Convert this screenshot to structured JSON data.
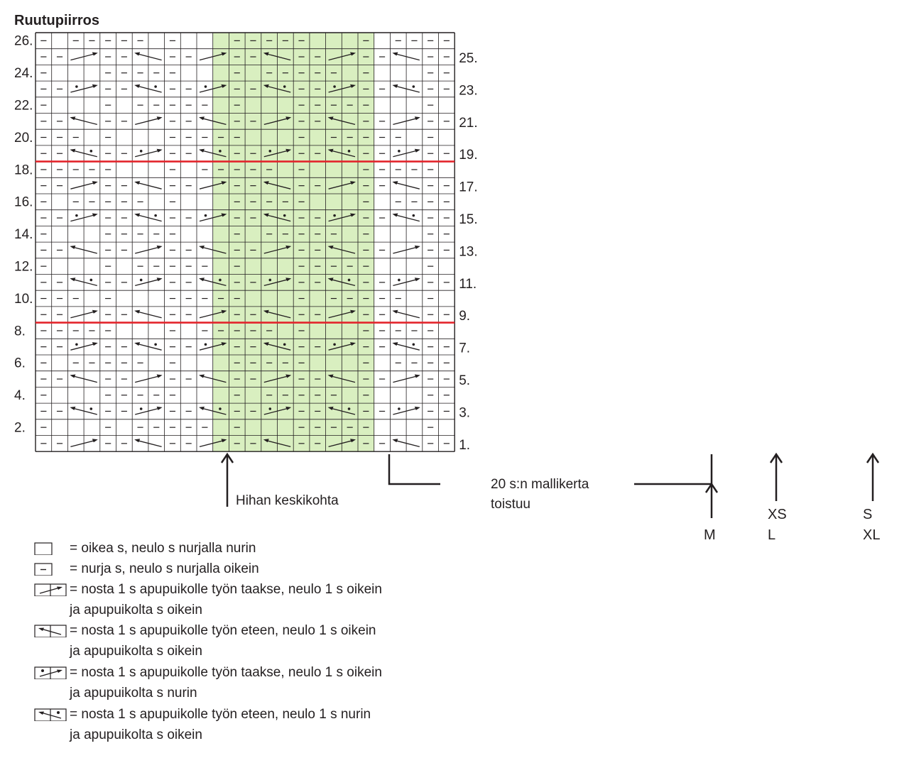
{
  "title": "Ruutupiirros",
  "grid": {
    "columns": 26,
    "rows": 26,
    "pattern_repeat_shading": "#d9efc0",
    "red_line_color": "#e3242b",
    "red_lines_after_row": [
      8,
      18
    ],
    "row_labels_left": [
      "2.",
      "4.",
      "6.",
      "8.",
      "10.",
      "12.",
      "14.",
      "16.",
      "18.",
      "20.",
      "22.",
      "24.",
      "26."
    ],
    "row_labels_right": [
      "1.",
      "3.",
      "5.",
      "7.",
      "9.",
      "11.",
      "13.",
      "15.",
      "17.",
      "19.",
      "21.",
      "23.",
      "25."
    ]
  },
  "annotations": {
    "sleeve_center": "Hihan keskikohta",
    "repeat_line1": "20 s:n mallikerta",
    "repeat_line2": "toistuu",
    "size_m": "M",
    "size_xs": "XS",
    "size_l": "L",
    "size_s": "S",
    "size_xl": "XL"
  },
  "legend": [
    {
      "icon": "empty-square-icon",
      "text": "= oikea s, neulo s nurjalla nurin",
      "text2": ""
    },
    {
      "icon": "dash-square-icon",
      "text": "= nurja s, neulo s nurjalla oikein",
      "text2": ""
    },
    {
      "icon": "cross-right-icon",
      "text": "= nosta 1 s apupuikolle työn taakse, neulo 1 s oikein",
      "text2": "ja apupuikolta s oikein"
    },
    {
      "icon": "cross-left-icon",
      "text": "= nosta 1 s apupuikolle työn eteen, neulo 1 s oikein",
      "text2": "ja apupuikolta s oikein"
    },
    {
      "icon": "purl-cross-right-icon",
      "text": "= nosta 1 s apupuikolle työn taakse, neulo 1 s oikein",
      "text2": "ja apupuikolta s nurin"
    },
    {
      "icon": "purl-cross-left-icon",
      "text": "= nosta 1 s apupuikolle työn eteen, neulo 1 s nurin",
      "text2": "ja apupuikolta s oikein"
    }
  ]
}
